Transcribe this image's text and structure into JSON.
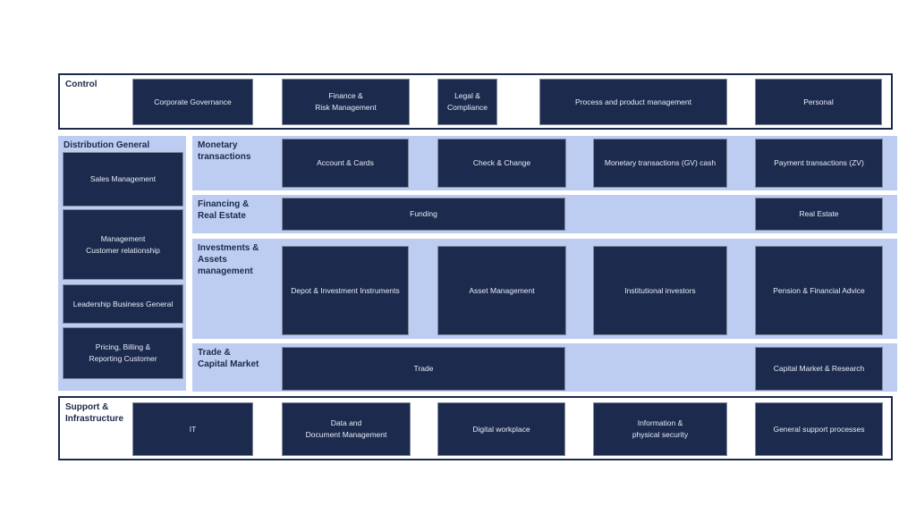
{
  "colors": {
    "navy": "#1c2b4d",
    "light_blue": "#bdcdf2",
    "box_text": "#e6ebf7",
    "label_text": "#1b2a4a",
    "background": "#ffffff"
  },
  "control": {
    "label": "Control",
    "boxes": [
      "Corporate Governance",
      "Finance &\nRisk Management",
      "Legal &\nCompliance",
      "Process and product management",
      "Personal"
    ]
  },
  "distribution": {
    "label": "Distribution General",
    "boxes": [
      "Sales Management",
      "Management\nCustomer relationship",
      "Leadership Business General",
      "Pricing, Billing &\nReporting Customer"
    ]
  },
  "monetary": {
    "label": "Monetary\ntransactions",
    "boxes": [
      "Account & Cards",
      "Check & Change",
      "Monetary transactions (GV) cash",
      "Payment transactions (ZV)"
    ]
  },
  "financing": {
    "label": "Financing &\nReal Estate",
    "boxes": [
      "Funding",
      "Real Estate"
    ]
  },
  "investments": {
    "label": "Investments &\nAssets\nmanagement",
    "boxes": [
      "Depot & Investment Instruments",
      "Asset Management",
      "Institutional investors",
      "Pension & Financial Advice"
    ]
  },
  "trade": {
    "label": "Trade &\nCapital Market",
    "boxes": [
      "Trade",
      "Capital Market & Research"
    ]
  },
  "support": {
    "label": "Support &\nInfrastructure",
    "boxes": [
      "IT",
      "Data and\nDocument Management",
      "Digital workplace",
      "Information &\nphysical security",
      "General support processes"
    ]
  }
}
